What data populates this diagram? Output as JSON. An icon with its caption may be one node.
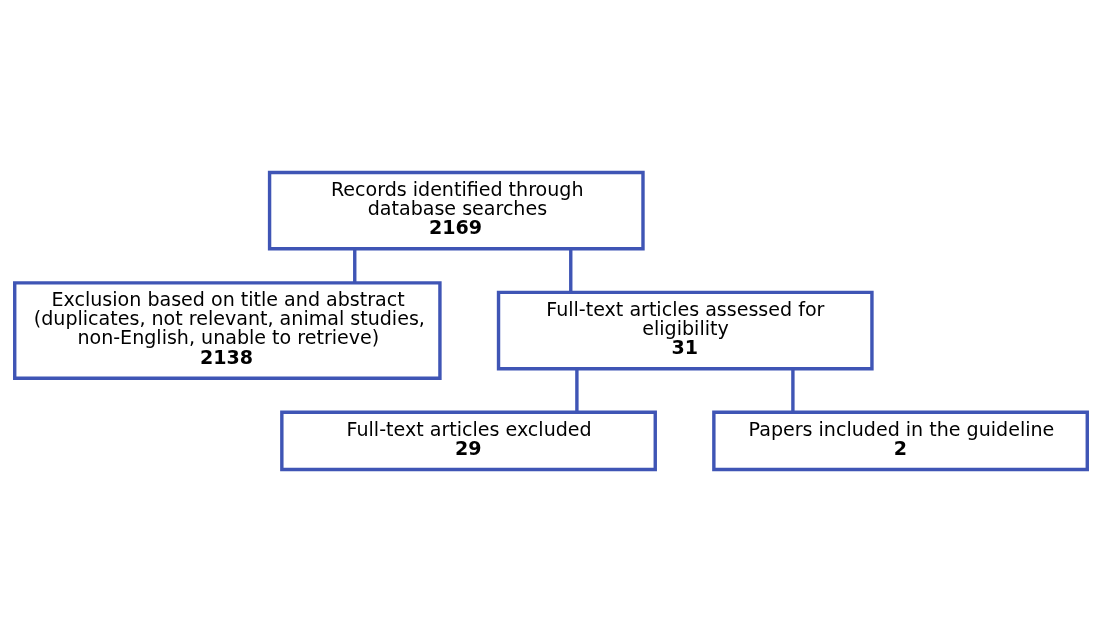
{
  "diagram": {
    "nodes": [
      {
        "text": [
          "Records identified through database searches",
          "2169"
        ]
      },
      {
        "text": [
          "Exclusion based on title and abstract (duplicates, not relevant, animal studies, non-English, unable to retrieve)",
          "2138"
        ]
      },
      {
        "text": [
          "Full-text articles assessed for eligibility",
          "31"
        ]
      },
      {
        "text": [
          "Full-text articles excluded",
          "29"
        ]
      },
      {
        "text": [
          "Papers included in the guideline",
          "2"
        ]
      }
    ],
    "edges": [
      {
        "from": 0,
        "to": 2,
        "arrow": "none"
      },
      {
        "from": 0,
        "to": 1,
        "arrow": "none"
      },
      {
        "from": 2,
        "to": 4,
        "arrow": "none"
      },
      {
        "from": 2,
        "to": 3,
        "arrow": "none"
      }
    ]
  }
}
